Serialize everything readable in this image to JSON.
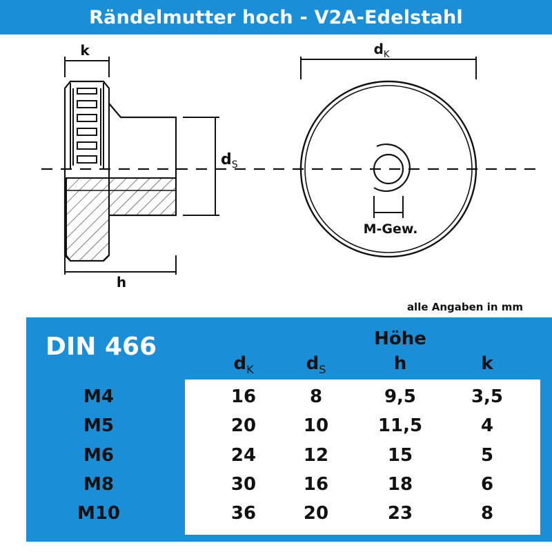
{
  "header": {
    "title": "Rändelmutter hoch - V2A-Edelstahl"
  },
  "drawing": {
    "labels": {
      "k": "k",
      "h": "h",
      "d": "d",
      "K": "K",
      "S": "S",
      "m_thread": "M-Gew."
    }
  },
  "note": "alle Angaben in mm",
  "table": {
    "title": "DIN 466",
    "group_header": "Höhe",
    "columns": [
      {
        "base": "d",
        "sub": "K"
      },
      {
        "base": "d",
        "sub": "S"
      },
      {
        "base": "h",
        "sub": ""
      },
      {
        "base": "k",
        "sub": ""
      }
    ],
    "rows": [
      {
        "label": "M4",
        "values": [
          "16",
          "8",
          "9,5",
          "3,5"
        ]
      },
      {
        "label": "M5",
        "values": [
          "20",
          "10",
          "11,5",
          "4"
        ]
      },
      {
        "label": "M6",
        "values": [
          "24",
          "12",
          "15",
          "5"
        ]
      },
      {
        "label": "M8",
        "values": [
          "30",
          "16",
          "18",
          "6"
        ]
      },
      {
        "label": "M10",
        "values": [
          "36",
          "20",
          "23",
          "8"
        ]
      }
    ]
  },
  "colors": {
    "accent": "#1a8fd8",
    "ink": "#111111",
    "background": "#ffffff"
  }
}
